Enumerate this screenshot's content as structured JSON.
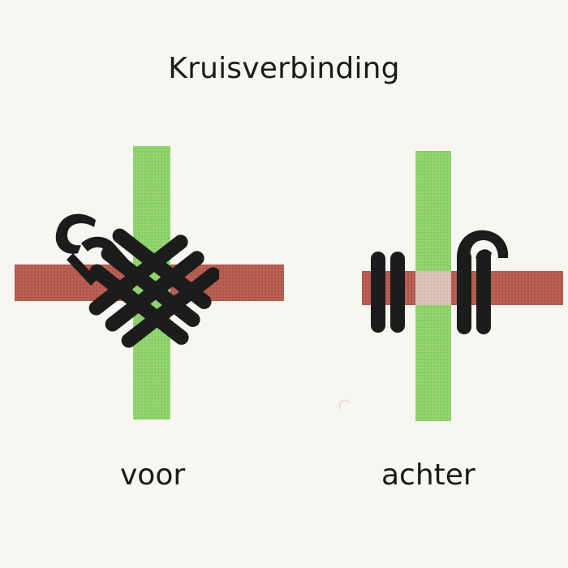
{
  "title": "Kruisverbinding",
  "labels": {
    "front": "voor",
    "back": "achter"
  },
  "colors": {
    "background": "#f8f6f1",
    "horizontal_bar": "#b65a4f",
    "vertical_bar": "#8fd26a",
    "binding": "#1c1c1c",
    "crossing_highlight": "#dcc0b6"
  }
}
